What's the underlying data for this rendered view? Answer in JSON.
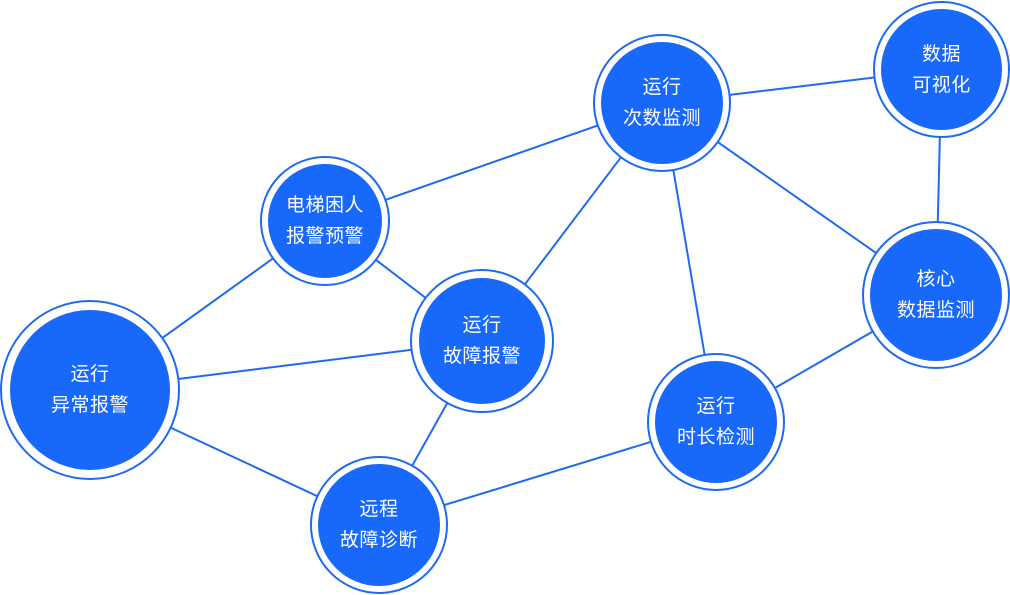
{
  "diagram": {
    "colors": {
      "node_fill": "#1869fa",
      "node_ring": "#1f6bef",
      "edge": "#1f6bef",
      "text": "#ffffff",
      "background": "#ffffff"
    },
    "nodes": {
      "operation_count": {
        "line1": "运行",
        "line2": "次数监测"
      },
      "data_visualization": {
        "line1": "数据",
        "line2": "可视化"
      },
      "elevator_trapped": {
        "line1": "电梯困人",
        "line2": "报警预警"
      },
      "core_data": {
        "line1": "核心",
        "line2": "数据监测"
      },
      "fault_alarm": {
        "line1": "运行",
        "line2": "故障报警"
      },
      "abnormal_alarm": {
        "line1": "运行",
        "line2": "异常报警"
      },
      "duration_detection": {
        "line1": "运行",
        "line2": "时长检测"
      },
      "remote_diagnosis": {
        "line1": "远程",
        "line2": "故障诊断"
      }
    },
    "edges": [
      [
        "operation_count",
        "data_visualization"
      ],
      [
        "operation_count",
        "elevator_trapped"
      ],
      [
        "operation_count",
        "fault_alarm"
      ],
      [
        "operation_count",
        "duration_detection"
      ],
      [
        "operation_count",
        "core_data"
      ],
      [
        "data_visualization",
        "core_data"
      ],
      [
        "elevator_trapped",
        "abnormal_alarm"
      ],
      [
        "elevator_trapped",
        "fault_alarm"
      ],
      [
        "abnormal_alarm",
        "fault_alarm"
      ],
      [
        "abnormal_alarm",
        "remote_diagnosis"
      ],
      [
        "fault_alarm",
        "remote_diagnosis"
      ],
      [
        "remote_diagnosis",
        "duration_detection"
      ],
      [
        "duration_detection",
        "core_data"
      ]
    ]
  }
}
